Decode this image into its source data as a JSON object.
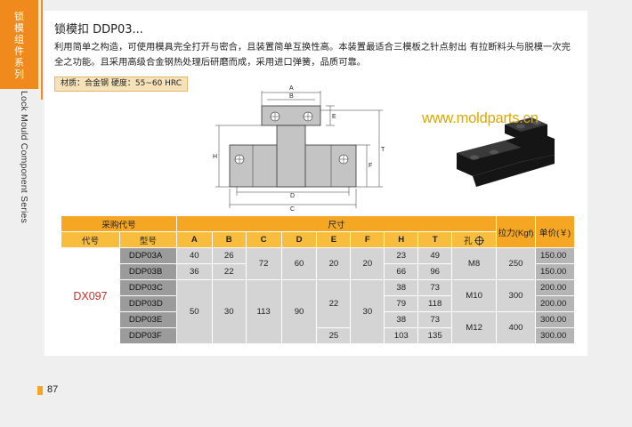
{
  "sidebar": {
    "chars": [
      "锁",
      "模",
      "组",
      "件",
      "系",
      "列"
    ],
    "english": "Lock Mould Component Series"
  },
  "header": {
    "title": "锁模扣   DDP03...",
    "description": "利用简单之构造，可使用模具完全打开与密合，且装置简单互换性高。本装置最适合三模板之针点射出 有拉断料头与脱模一次完全之功能。且采用高级合金钢热处理后研磨而成，采用进口弹簧，品质可靠。",
    "material": "材质：合金钢  硬度：55~60 HRC"
  },
  "watermark": "www.moldparts.cn",
  "drawing_labels": [
    "A",
    "B",
    "E",
    "H",
    "T",
    "F",
    "D",
    "C"
  ],
  "table": {
    "group_purchase": "采购代号",
    "group_size": "尺寸",
    "col_code": "代号",
    "col_model": "型号",
    "cols": [
      "A",
      "B",
      "C",
      "D",
      "E",
      "F",
      "H",
      "T"
    ],
    "col_hole": "孔",
    "col_force": "拉力(Kgf)",
    "col_price": "单价(￥)",
    "code": "DX097",
    "models": [
      "DDP03A",
      "DDP03B",
      "DDP03C",
      "DDP03D",
      "DDP03E",
      "DDP03F"
    ],
    "A": [
      "40",
      "36",
      "50"
    ],
    "B": [
      "26",
      "22",
      "30"
    ],
    "C": [
      "72",
      "113"
    ],
    "D": [
      "60",
      "90"
    ],
    "E": [
      "20",
      "22",
      "25"
    ],
    "F": [
      "20",
      "30"
    ],
    "H": [
      "23",
      "66",
      "38",
      "79",
      "38",
      "103"
    ],
    "T": [
      "49",
      "96",
      "73",
      "118",
      "73",
      "135"
    ],
    "hole": [
      "M8",
      "M10",
      "M12"
    ],
    "force": [
      "250",
      "300",
      "400"
    ],
    "price": [
      "150.00",
      "150.00",
      "200.00",
      "200.00",
      "300.00",
      "300.00"
    ]
  },
  "page_number": "87"
}
